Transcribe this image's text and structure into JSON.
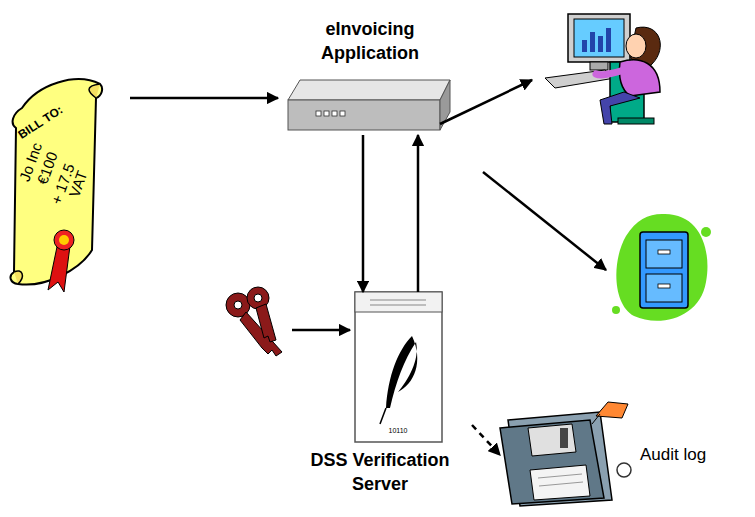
{
  "diagram": {
    "nodes": [
      {
        "text": [
          "BILL TO:",
          "Jo Inc",
          "€100",
          "+ 17.5",
          "VAT"
        ]
      },
      {
        "text": [
          "eInvoicing Application"
        ]
      },
      {
        "text": [
          "10110",
          "DSS Verification Server"
        ]
      },
      {
        "text": [
          "Audit log"
        ]
      }
    ],
    "edges": [
      {
        "from": 0,
        "to": 1,
        "arrow": "to"
      },
      {
        "from": 1,
        "to": 2,
        "arrow": "to"
      },
      {
        "from": 2,
        "to": 1,
        "arrow": "to"
      },
      {
        "from": 2,
        "to": 3,
        "arrow": "to"
      }
    ]
  }
}
